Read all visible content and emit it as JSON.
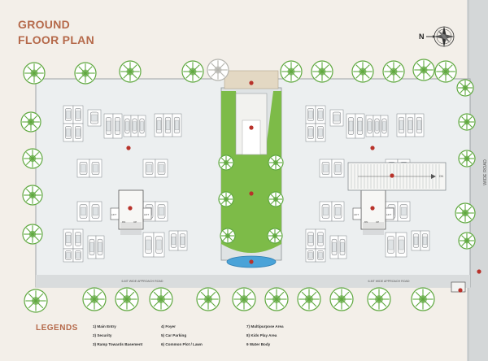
{
  "title": {
    "line1": "GROUND",
    "line2": "FLOOR PLAN"
  },
  "compass": {
    "label": "N"
  },
  "road_labels": {
    "wide_road": "WIDE ROAD",
    "approach_left": "6-MT WIDE APPROACH ROAD",
    "approach_right": "6-MT WIDE APPROACH ROAD"
  },
  "lift_labels": {
    "lift": "LIFT",
    "dn": "DN",
    "up": "UP",
    "ramp_dn": "DN"
  },
  "legend": {
    "title": "LEGENDS",
    "items": [
      {
        "text": "1)   Main Entry"
      },
      {
        "text": "2)   Security"
      },
      {
        "text": "3)   Ramp Towards Basement"
      },
      {
        "text": "4)   Foyer"
      },
      {
        "text": "5)   Car Parking"
      },
      {
        "text": "6)   Common Plot / Lawn"
      },
      {
        "text": "7)   Multipurpose Area"
      },
      {
        "text": "8)   Kids Play Area"
      },
      {
        "text": "9   Water Body"
      }
    ]
  },
  "colors": {
    "title": "#b5694a",
    "lawn": "#7dbb48",
    "tree": "#5fa83f",
    "marker": "#b8322a",
    "water": "#4aa3d8",
    "road": "#cfd2d4"
  }
}
